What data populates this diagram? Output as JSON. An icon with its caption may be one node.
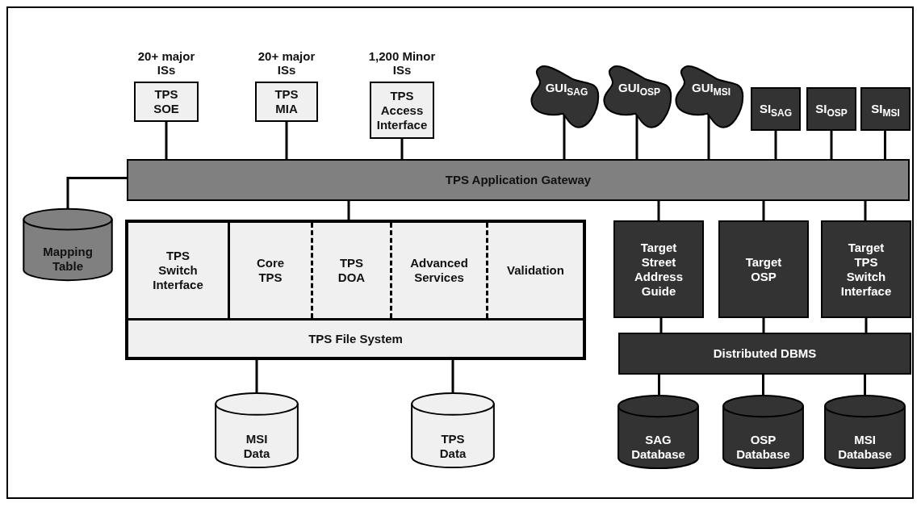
{
  "diagram": {
    "nodes": [
      {
        "text": [
          "20+ major ISs",
          "TPS SOE"
        ]
      },
      {
        "text": [
          "20+ major ISs",
          "TPS MIA"
        ]
      },
      {
        "text": [
          "1,200 Minor ISs",
          "TPS Access Interface"
        ]
      },
      {
        "text": [
          "GUI$_{SAG}$"
        ]
      },
      {
        "text": [
          "GUI$_{OSP}$"
        ]
      },
      {
        "text": [
          "GUI$_{MSI}$"
        ]
      },
      {
        "text": [
          "SI$_{SAG}$"
        ]
      },
      {
        "text": [
          "SI$_{OSP}$"
        ]
      },
      {
        "text": [
          "SI$_{MSI}$"
        ]
      },
      {
        "text": [
          "TPS Application Gateway"
        ]
      },
      {
        "text": [
          "Mapping Table"
        ]
      },
      {
        "text": [],
        "shape": "box"
      },
      {
        "text": [
          "TPS Switch Interface"
        ],
        "in": 11
      },
      {
        "text": [
          "Core TPS"
        ],
        "in": 11
      },
      {
        "text": [
          "TPS DOA"
        ],
        "in": 11
      },
      {
        "text": [
          "Advanced Services"
        ],
        "in": 11
      },
      {
        "text": [
          "Validation"
        ],
        "in": 11
      },
      {
        "text": [
          "TPS File System"
        ],
        "in": 11
      },
      {
        "text": [
          "Target Street Address Guide"
        ]
      },
      {
        "text": [
          "Target OSP"
        ]
      },
      {
        "text": [
          "Target TPS Switch Interface"
        ]
      },
      {
        "text": [
          "Distributed DBMS"
        ]
      },
      {
        "text": [
          "MSI Data"
        ]
      },
      {
        "text": [
          "TPS Data"
        ]
      },
      {
        "text": [
          "SAG Database"
        ]
      },
      {
        "text": [
          "OSP Database"
        ]
      },
      {
        "text": [
          "MSI Database"
        ]
      }
    ],
    "edges": [
      {
        "from": 0,
        "to": 9,
        "arrow": "none"
      },
      {
        "from": 1,
        "to": 9,
        "arrow": "none"
      },
      {
        "from": 2,
        "to": 9,
        "arrow": "none"
      },
      {
        "from": 3,
        "to": 9,
        "arrow": "none"
      },
      {
        "from": 4,
        "to": 9,
        "arrow": "none"
      },
      {
        "from": 5,
        "to": 9,
        "arrow": "none"
      },
      {
        "from": 6,
        "to": 9,
        "arrow": "none"
      },
      {
        "from": 7,
        "to": 9,
        "arrow": "none"
      },
      {
        "from": 8,
        "to": 9,
        "arrow": "none"
      },
      {
        "from": 9,
        "to": 10,
        "arrow": "none"
      },
      {
        "from": 9,
        "to": 11,
        "arrow": "none"
      },
      {
        "from": 9,
        "to": 18,
        "arrow": "none"
      },
      {
        "from": 9,
        "to": 19,
        "arrow": "none"
      },
      {
        "from": 9,
        "to": 20,
        "arrow": "none"
      },
      {
        "from": 18,
        "to": 21,
        "arrow": "none"
      },
      {
        "from": 19,
        "to": 21,
        "arrow": "none"
      },
      {
        "from": 20,
        "to": 21,
        "arrow": "none"
      },
      {
        "from": 17,
        "to": 22,
        "arrow": "none"
      },
      {
        "from": 17,
        "to": 23,
        "arrow": "none"
      },
      {
        "from": 21,
        "to": 24,
        "arrow": "none"
      },
      {
        "from": 21,
        "to": 25,
        "arrow": "none"
      },
      {
        "from": 21,
        "to": 26,
        "arrow": "none"
      }
    ]
  }
}
